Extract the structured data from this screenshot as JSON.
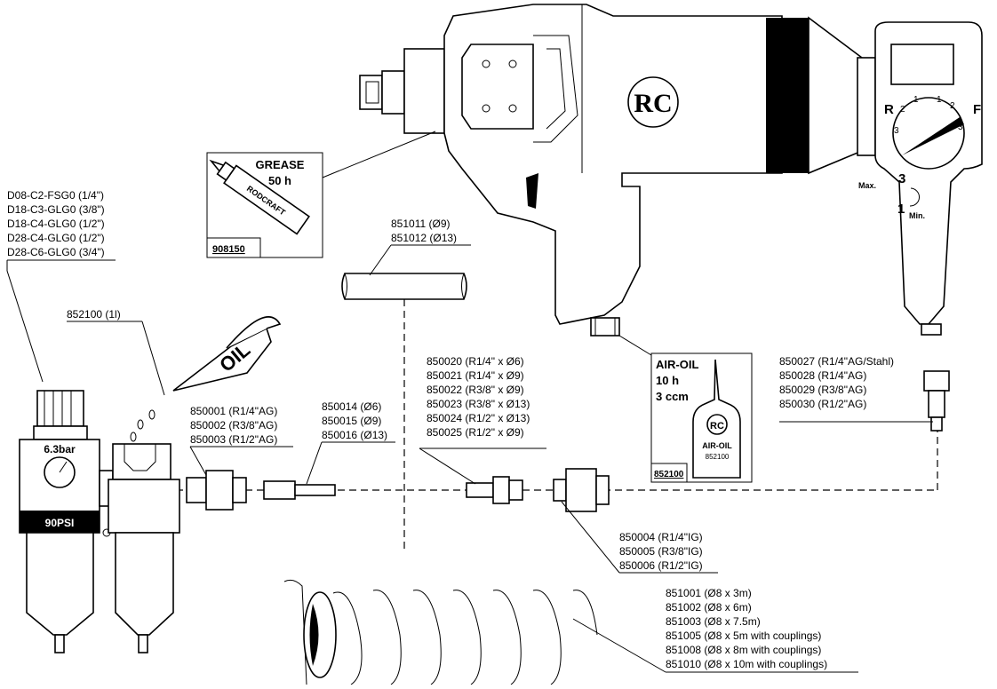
{
  "grease": {
    "title": "GREASE",
    "interval": "50 h",
    "part": "908150",
    "tube_label": "RODCRAFT"
  },
  "airoil": {
    "title": "AIR-OIL",
    "interval": "10 h",
    "amount": "3 ccm",
    "part": "852100",
    "bottle_label": "AIR-OIL",
    "bottle_part": "852100",
    "logo": "RC"
  },
  "tool": {
    "logo": "RC",
    "dial_r": "R",
    "dial_f": "F",
    "scale_1l": "1",
    "scale_2l": "2",
    "scale_3l": "3",
    "scale_1r": "1",
    "scale_2r": "2",
    "scale_3r": "3",
    "max_label": "Max.",
    "max_val": "3",
    "min_label": "Min.",
    "min_val": "1"
  },
  "frl": {
    "pressure_bar": "6.3bar",
    "pressure_psi": "90PSI"
  },
  "oil_can": {
    "part": "852100 (1l)",
    "label": "OIL"
  },
  "frl_parts": [
    "D08-C2-FSG0 (1/4\")",
    "D18-C3-GLG0 (3/8\")",
    "D18-C4-GLG0 (1/2\")",
    "D28-C4-GLG0 (1/2\")",
    "D28-C6-GLG0 (3/4\")"
  ],
  "hose_parts": [
    "851011 (Ø9)",
    "851012 (Ø13)"
  ],
  "coupling_parts": [
    "850001 (R1/4\"AG)",
    "850002 (R3/8\"AG)",
    "850003 (R1/2\"AG)"
  ],
  "nipple_parts": [
    "850014 (Ø6)",
    "850015 (Ø9)",
    "850016 (Ø13)"
  ],
  "adapter_parts": [
    "850020 (R1/4\" x Ø6)",
    "850021 (R1/4\" x Ø9)",
    "850022 (R3/8\" x Ø9)",
    "850023 (R3/8\" x Ø13)",
    "850024 (R1/2\" x Ø13)",
    "850025 (R1/2\" x Ø9)"
  ],
  "socket_parts": [
    "850004 (R1/4\"IG)",
    "850005 (R3/8\"IG)",
    "850006 (R1/2\"IG)"
  ],
  "plug_parts": [
    "850027 (R1/4\"AG/Stahl)",
    "850028 (R1/4\"AG)",
    "850029 (R3/8\"AG)",
    "850030 (R1/2\"AG)"
  ],
  "spiral_parts": [
    "851001 (Ø8 x 3m)",
    "851002 (Ø8 x 6m)",
    "851003 (Ø8 x 7.5m)",
    "851005 (Ø8 x 5m with couplings)",
    "851008 (Ø8 x 8m with couplings)",
    "851010 (Ø8 x 10m with couplings)"
  ]
}
